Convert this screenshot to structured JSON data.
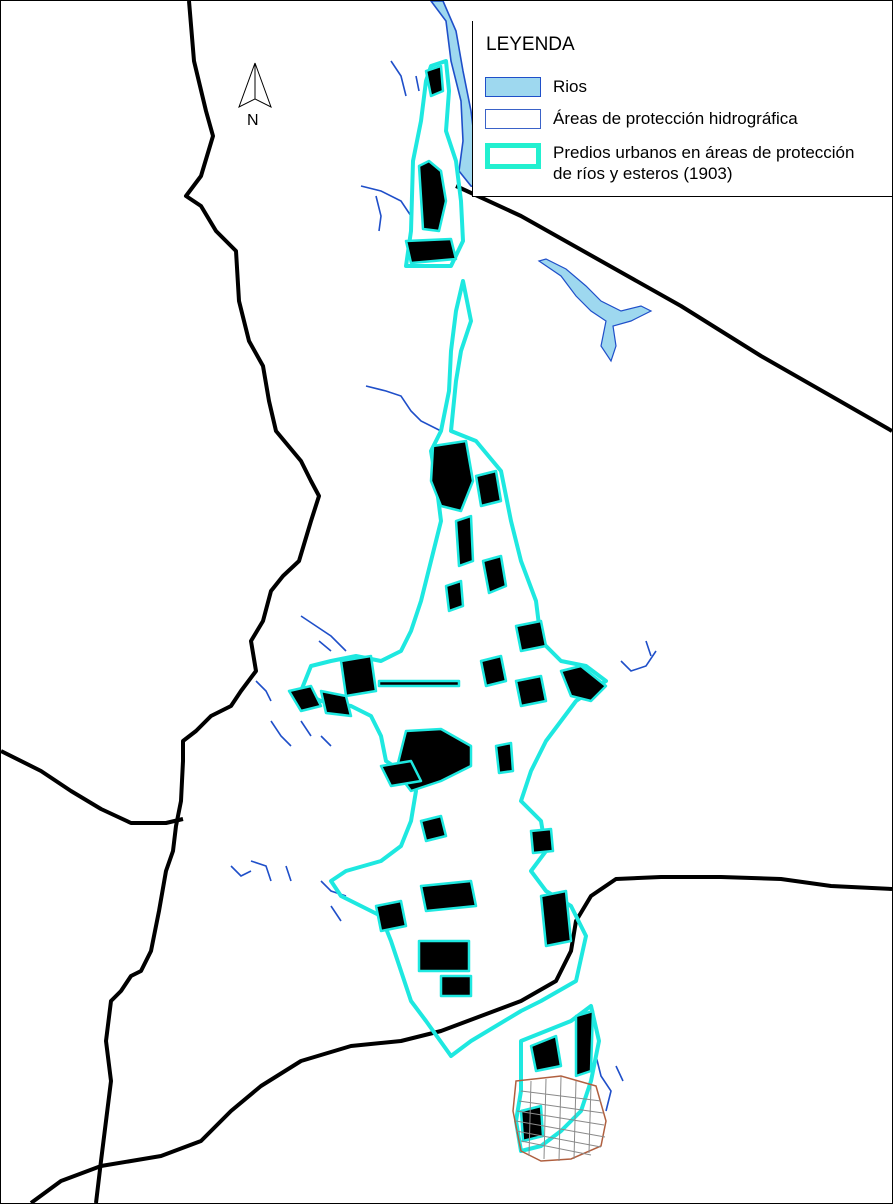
{
  "legend": {
    "title": "LEYENDA",
    "items": [
      {
        "label": "Rios",
        "style": "fill",
        "fill": "#9ed8ef",
        "stroke": "#1f4fc9"
      },
      {
        "label": "Áreas de protección hidrográfica",
        "style": "outline",
        "fill": "#ffffff",
        "stroke": "#3a62c8"
      },
      {
        "label": "Predios urbanos en áreas de protección de ríos y esteros (1903)",
        "style": "thick-outline",
        "fill": "#ffffff",
        "stroke": "#22f0d0"
      }
    ]
  },
  "north_arrow": {
    "letter": "N",
    "icon": "north-arrow-icon"
  },
  "colors": {
    "boundary": "#000000",
    "river": "#1f4fc9",
    "river_fill": "#9ed8ef",
    "parcel_outline": "#1ee8e0",
    "parcel_fill": "#000000",
    "urban_grid": "#8a8a8a",
    "urban_edge": "#b06040"
  }
}
